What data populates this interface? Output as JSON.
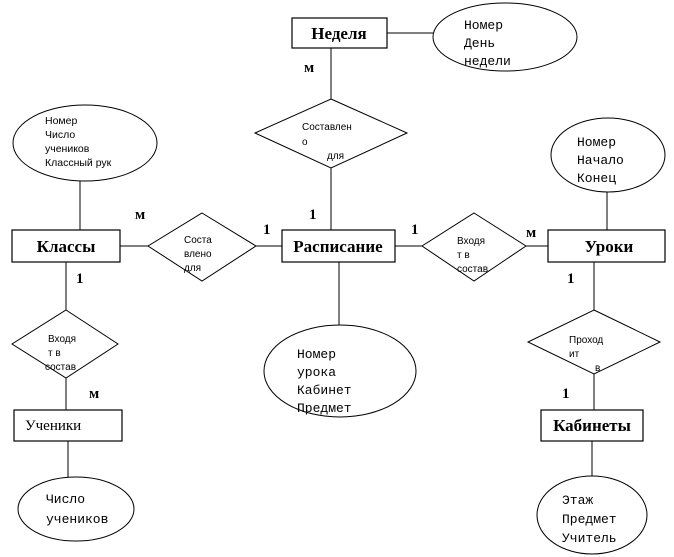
{
  "entities": {
    "week": "Неделя",
    "classes": "Классы",
    "schedule": "Расписание",
    "lessons": "Уроки",
    "students": "Ученики",
    "rooms": "Кабинеты"
  },
  "attributes": {
    "week": [
      "Номер",
      "День",
      "недели"
    ],
    "classes": [
      "Номер",
      "Число",
      "учеников",
      "Классный рук"
    ],
    "lessons": [
      "Номер",
      "Начало",
      "Конец"
    ],
    "schedule": [
      "Номер",
      "урока",
      "Кабинет",
      "Предмет"
    ],
    "students": [
      "Число",
      "учеников"
    ],
    "rooms": [
      "Этаж",
      "Предмет",
      "Учитель"
    ]
  },
  "relationships": {
    "compiled_for_week": [
      "Составлен",
      "о",
      "для"
    ],
    "compiled_for_class": [
      "Соста",
      "влено",
      "для"
    ],
    "included_in_schedule": [
      "Входя",
      "т в",
      "состав"
    ],
    "included_in_class": [
      "Входя",
      "т  в",
      "состав"
    ],
    "held_in": [
      "Проход",
      "ит",
      "в"
    ]
  },
  "cardinalities": {
    "week_side": "м",
    "schedule_top": "1",
    "classes_right": "м",
    "schedule_left": "1",
    "schedule_right": "1",
    "lessons_left": "м",
    "classes_bottom": "1",
    "students_top": "м",
    "lessons_bottom": "1",
    "rooms_top": "1"
  }
}
